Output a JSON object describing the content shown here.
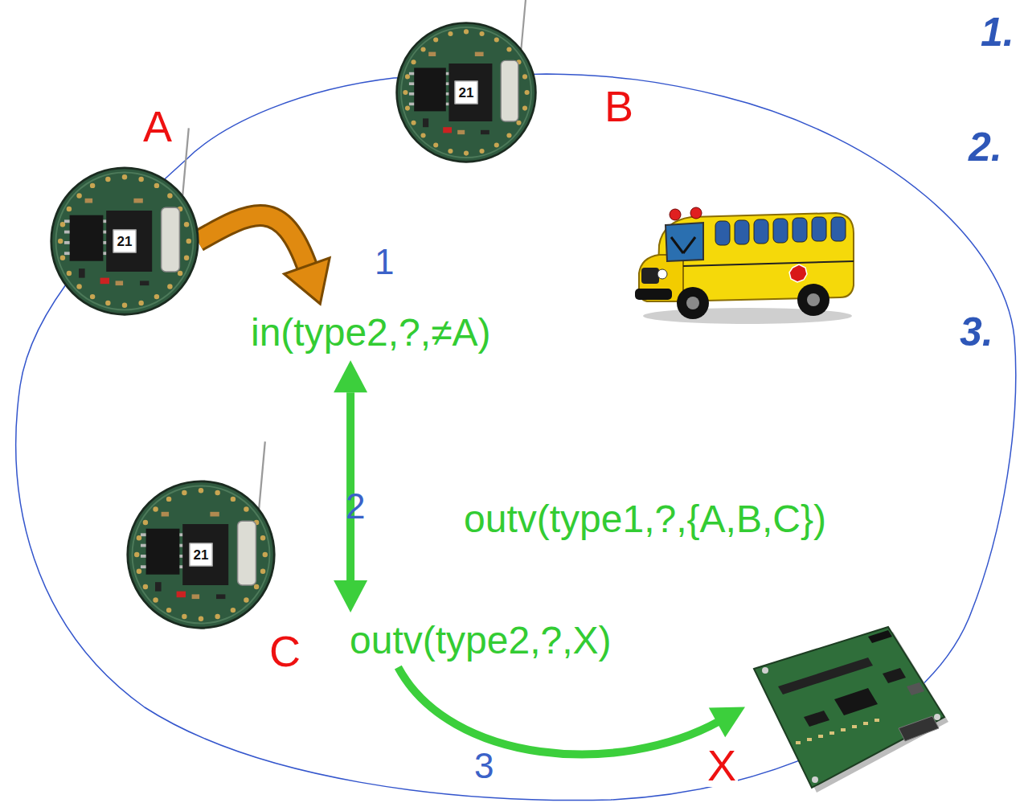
{
  "diagram": {
    "nodes": [
      {
        "text": [
          "A",
          "21"
        ]
      },
      {
        "text": [
          "B",
          "21"
        ]
      },
      {
        "text": [
          "in(type2,?,≠A)"
        ]
      },
      {
        "text": [
          "C",
          "21"
        ]
      },
      {
        "text": [
          "outv(type2,?,X)"
        ]
      },
      {
        "text": [
          "X"
        ]
      }
    ],
    "edges": [
      {
        "from": 0,
        "to": 2,
        "arrow": "to",
        "label": "1"
      },
      {
        "from": 2,
        "to": 4,
        "arrow": "both",
        "label": "2"
      },
      {
        "from": 4,
        "to": 5,
        "arrow": "to",
        "label": "3"
      }
    ],
    "labels": [
      "1.",
      "2.",
      "3.",
      "outv(type1,?,{A,B,C})"
    ]
  }
}
